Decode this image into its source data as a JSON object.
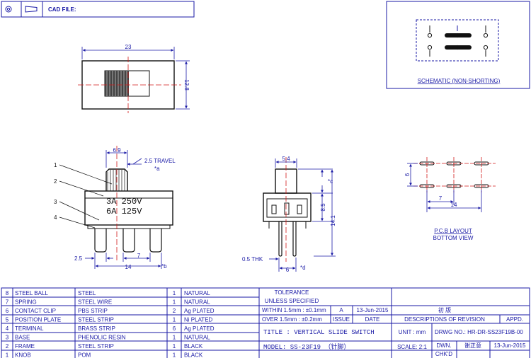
{
  "header": {
    "cad_file_label": "CAD FILE:"
  },
  "schematic": {
    "caption": "SCHEMATIC (NON-SHORTING)"
  },
  "top_view": {
    "width_dim": "23",
    "height_dim": "12.8"
  },
  "front_view": {
    "dim_6_9": "6.9",
    "travel_label": "2.5 TRAVEL",
    "travel_mark": "*a",
    "rating_1": "3A 250V",
    "rating_2": "6A 125V",
    "callouts": [
      "1",
      "2",
      "3",
      "4"
    ],
    "dim_2_5": "2.5",
    "dim_7": "7",
    "dim_14": "14",
    "mark_b": "*b"
  },
  "side_view": {
    "dim_5_4": "5.4",
    "mark_c": "*c",
    "dim_8_5": "8.5",
    "dim_14_1": "14.1",
    "thk_label": "0.5 THK",
    "dim_6": "6",
    "mark_d": "*d"
  },
  "pcb": {
    "dim_6": "6",
    "dim_7": "7",
    "dim_14": "14",
    "caption_1": "P.C.B LAYOUT",
    "caption_2": "BOTTOM VIEW"
  },
  "bom": [
    {
      "no": "8",
      "part": "STEEL BALL",
      "material": "STEEL",
      "qty": "1",
      "finish": "NATURAL"
    },
    {
      "no": "7",
      "part": "SPRING",
      "material": "STEEL WIRE",
      "qty": "1",
      "finish": "NATURAL"
    },
    {
      "no": "6",
      "part": "CONTACT CLIP",
      "material": "PBS STRIP",
      "qty": "2",
      "finish": "Ag PLATED"
    },
    {
      "no": "5",
      "part": "POSITION PLATE",
      "material": "STEEL STRIP",
      "qty": "1",
      "finish": "Ni PLATED"
    },
    {
      "no": "4",
      "part": "TERMINAL",
      "material": "BRASS STRIP",
      "qty": "6",
      "finish": "Ag PLATED"
    },
    {
      "no": "3",
      "part": "BASE",
      "material": "PHENOLIC RESIN",
      "qty": "1",
      "finish": "NATURAL"
    },
    {
      "no": "2",
      "part": "FRAME",
      "material": "STEEL STRIP",
      "qty": "1",
      "finish": "BLACK"
    },
    {
      "no": "1",
      "part": "KNOB",
      "material": "POM",
      "qty": "1",
      "finish": "BLACK"
    }
  ],
  "tolerance": {
    "title": "TOLERANCE",
    "subtitle": "UNLESS SPECIFIED",
    "within": "WITHIN 1.5mm : ±0.1mm",
    "over": "OVER 1.5mm : ±0.2mm"
  },
  "revision": {
    "rev": "A",
    "date": "13-Jun-2015",
    "description": "初 版",
    "issue_label": "ISSUE",
    "date_label": "DATE",
    "desc_label": "DESCRIPTIONS OF REVISION",
    "appd_label": "APPD."
  },
  "title_block": {
    "title": "TITLE :  VERTICAL SLIDE SWITCH",
    "unit": "UNIT : mm",
    "drwg": "DRWG NO.:  HR-DR-SS23F19B-00",
    "model": "MODEL:  SS-23F19 （针脚）",
    "scale": "SCALE: 2:1",
    "dwn_label": "DWN.",
    "dwn_name": "谢正意",
    "dwn_date": "13-Jun-2015",
    "chkd_label": "CHK'D"
  }
}
